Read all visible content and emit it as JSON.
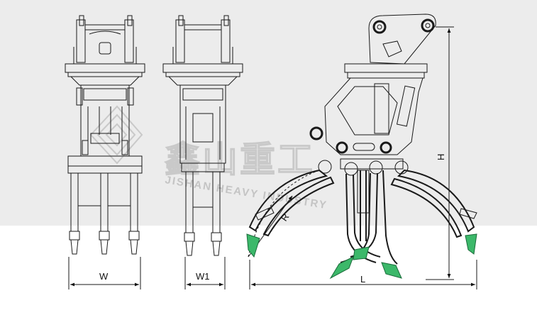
{
  "dimensions": {
    "front_width": "W",
    "side_width": "W1",
    "height": "H",
    "length": "L",
    "radius": "R"
  },
  "watermark": {
    "brand_chinese": "鑫山重工",
    "brand_english": "JISHAN HEAVY INDUSTRY"
  },
  "colors": {
    "background_band": "#ececec",
    "line": "#1a1a1a",
    "tooth": "#2eaa5a"
  }
}
